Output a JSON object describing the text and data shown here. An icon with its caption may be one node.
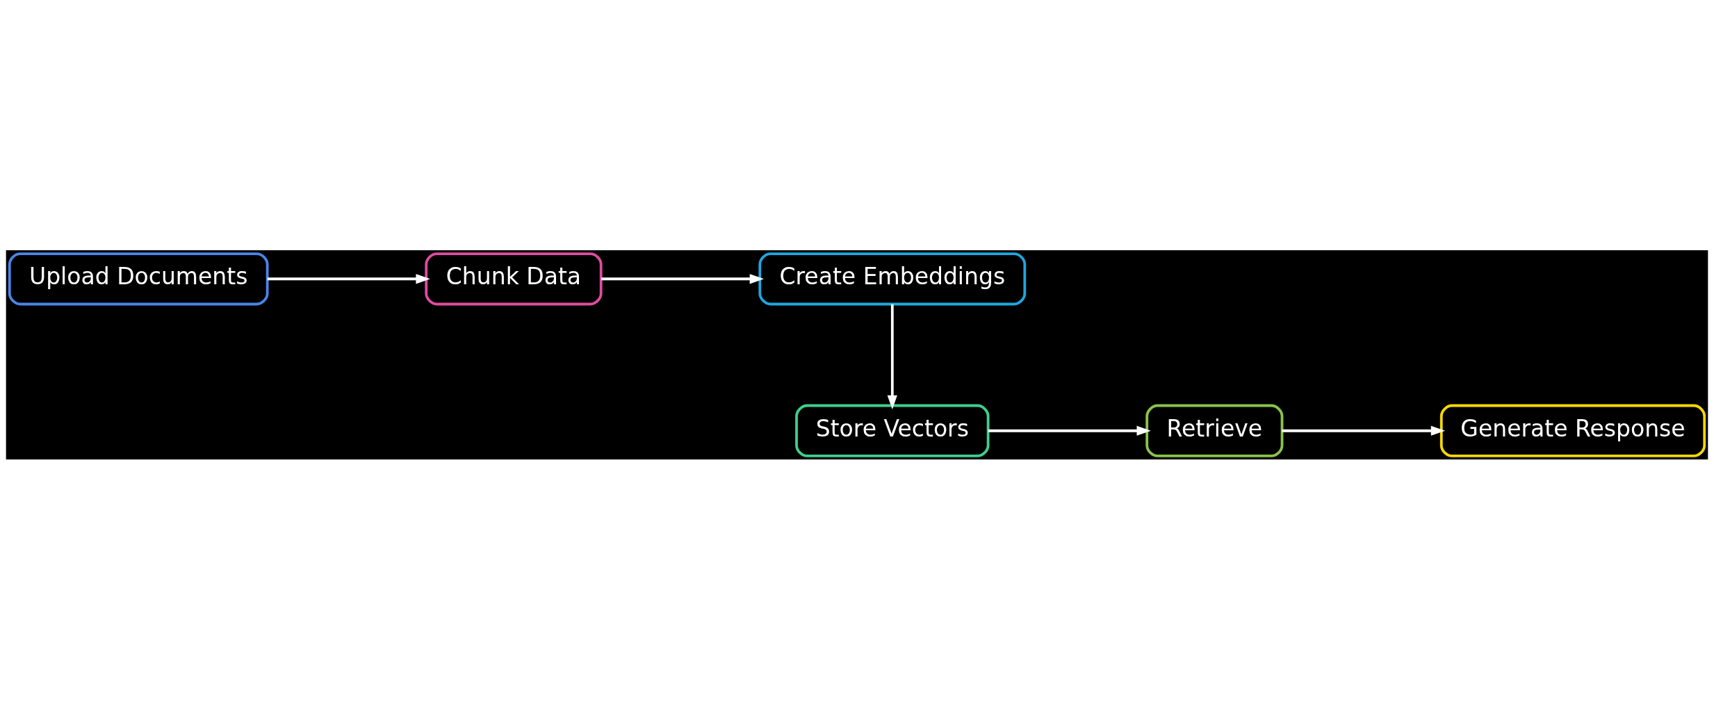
{
  "diagram": {
    "nodes": [
      {
        "text": [
          "Upload Documents"
        ]
      },
      {
        "text": [
          "Chunk Data"
        ]
      },
      {
        "text": [
          "Create Embeddings"
        ]
      },
      {
        "text": [
          "Store Vectors"
        ]
      },
      {
        "text": [
          "Retrieve"
        ]
      },
      {
        "text": [
          "Generate Response"
        ]
      }
    ],
    "edges": [
      {
        "from": 0,
        "to": 1,
        "arrow": "to"
      },
      {
        "from": 1,
        "to": 2,
        "arrow": "to"
      },
      {
        "from": 2,
        "to": 3,
        "arrow": "to"
      },
      {
        "from": 3,
        "to": 4,
        "arrow": "to"
      },
      {
        "from": 4,
        "to": 5,
        "arrow": "to"
      }
    ]
  }
}
